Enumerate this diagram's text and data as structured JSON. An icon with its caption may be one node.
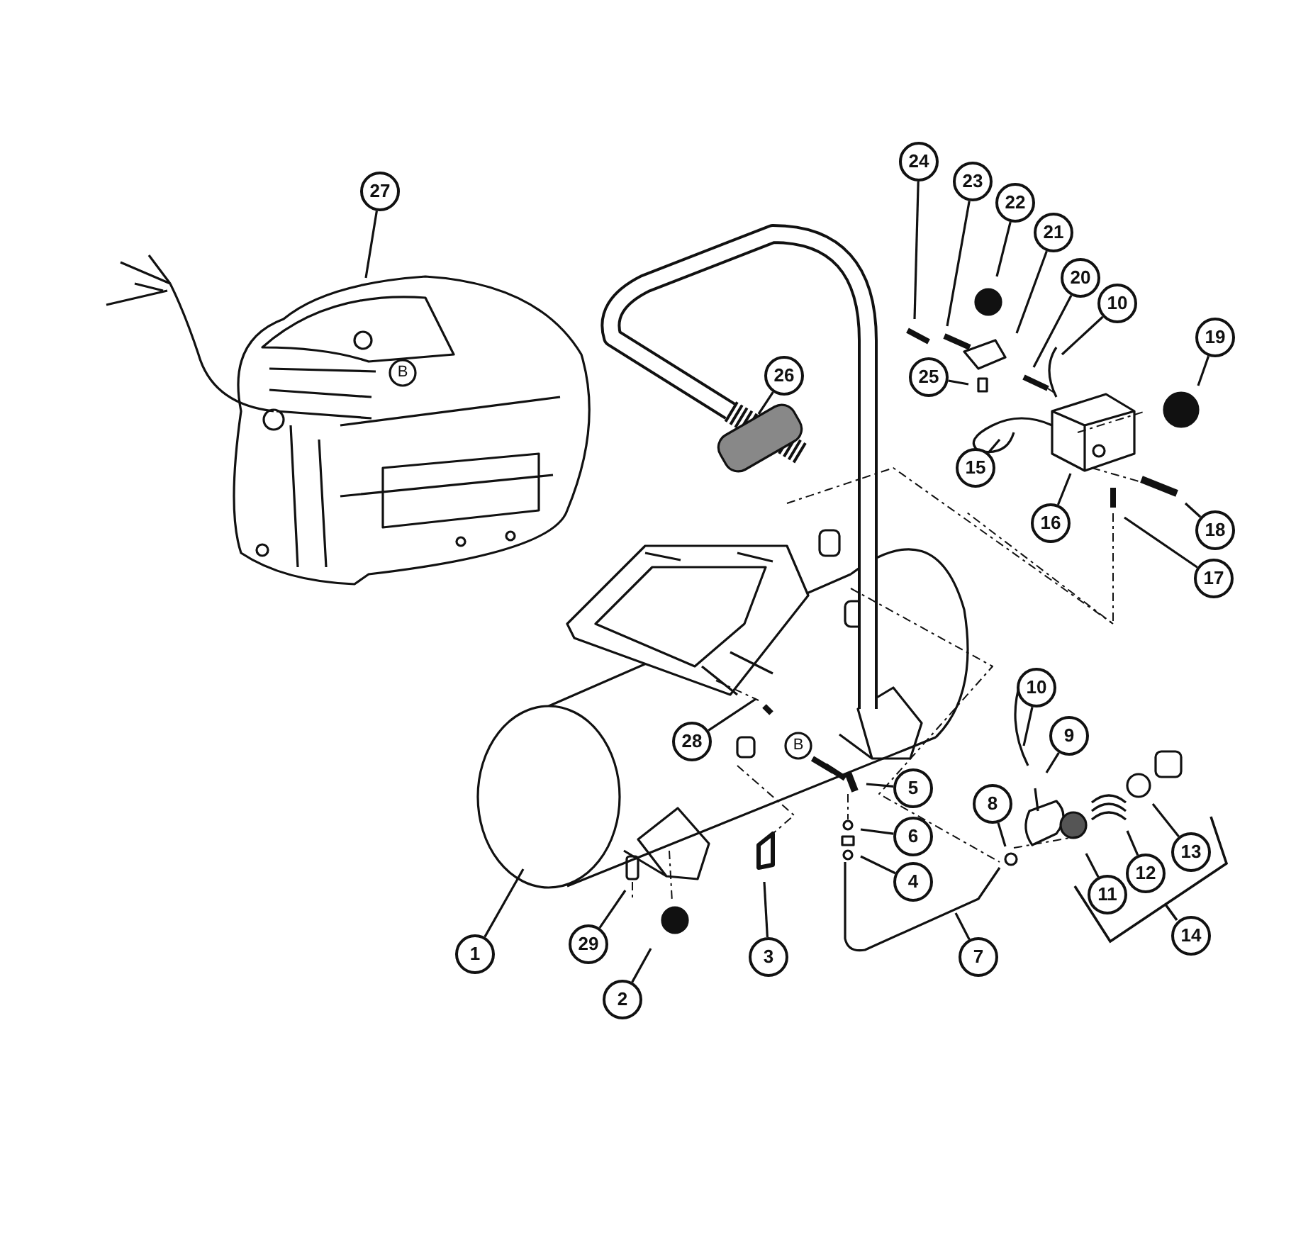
{
  "diagram": {
    "nodes": [
      {
        "text": [
          "27"
        ]
      },
      {
        "text": [
          "24"
        ]
      },
      {
        "text": [
          "23"
        ]
      },
      {
        "text": [
          "22"
        ]
      },
      {
        "text": [
          "21"
        ]
      },
      {
        "text": [
          "20"
        ]
      },
      {
        "text": [
          "10"
        ]
      },
      {
        "text": [
          "19"
        ]
      },
      {
        "text": [
          "26"
        ]
      },
      {
        "text": [
          "25"
        ]
      },
      {
        "text": [
          "15"
        ]
      },
      {
        "text": [
          "16"
        ]
      },
      {
        "text": [
          "18"
        ]
      },
      {
        "text": [
          "17"
        ]
      },
      {
        "text": [
          "10"
        ]
      },
      {
        "text": [
          "28"
        ]
      },
      {
        "text": [
          "9"
        ]
      },
      {
        "text": [
          "5"
        ]
      },
      {
        "text": [
          "8"
        ]
      },
      {
        "text": [
          "6"
        ]
      },
      {
        "text": [
          "13"
        ]
      },
      {
        "text": [
          "12"
        ]
      },
      {
        "text": [
          "4"
        ]
      },
      {
        "text": [
          "11"
        ]
      },
      {
        "text": [
          "14"
        ]
      },
      {
        "text": [
          "29"
        ]
      },
      {
        "text": [
          "1"
        ]
      },
      {
        "text": [
          "3"
        ]
      },
      {
        "text": [
          "7"
        ]
      },
      {
        "text": [
          "2"
        ]
      }
    ],
    "edges": [
      {
        "from": 0,
        "to": null,
        "arrow": "none"
      },
      {
        "from": 1,
        "to": null,
        "arrow": "none"
      },
      {
        "from": 2,
        "to": null,
        "arrow": "none"
      },
      {
        "from": 3,
        "to": null,
        "arrow": "none"
      },
      {
        "from": 4,
        "to": null,
        "arrow": "none"
      },
      {
        "from": 5,
        "to": null,
        "arrow": "none"
      },
      {
        "from": 6,
        "to": null,
        "arrow": "none"
      },
      {
        "from": 7,
        "to": null,
        "arrow": "none"
      },
      {
        "from": 8,
        "to": null,
        "arrow": "none"
      },
      {
        "from": 9,
        "to": null,
        "arrow": "none"
      },
      {
        "from": 10,
        "to": null,
        "arrow": "none"
      },
      {
        "from": 11,
        "to": null,
        "arrow": "none"
      },
      {
        "from": 12,
        "to": null,
        "arrow": "none"
      },
      {
        "from": 13,
        "to": null,
        "arrow": "none"
      },
      {
        "from": 14,
        "to": null,
        "arrow": "none"
      },
      {
        "from": 15,
        "to": null,
        "arrow": "none"
      },
      {
        "from": 16,
        "to": null,
        "arrow": "none"
      },
      {
        "from": 17,
        "to": null,
        "arrow": "none"
      },
      {
        "from": 18,
        "to": null,
        "arrow": "none"
      },
      {
        "from": 19,
        "to": null,
        "arrow": "none"
      },
      {
        "from": 20,
        "to": null,
        "arrow": "none"
      },
      {
        "from": 21,
        "to": null,
        "arrow": "none"
      },
      {
        "from": 22,
        "to": null,
        "arrow": "none"
      },
      {
        "from": 23,
        "to": null,
        "arrow": "none"
      },
      {
        "from": 25,
        "to": null,
        "arrow": "none"
      },
      {
        "from": 26,
        "to": null,
        "arrow": "none"
      },
      {
        "from": 27,
        "to": null,
        "arrow": "none"
      },
      {
        "from": 28,
        "to": null,
        "arrow": "none"
      },
      {
        "from": 29,
        "to": null,
        "arrow": "none"
      }
    ],
    "labels": [
      "B",
      "B"
    ]
  }
}
